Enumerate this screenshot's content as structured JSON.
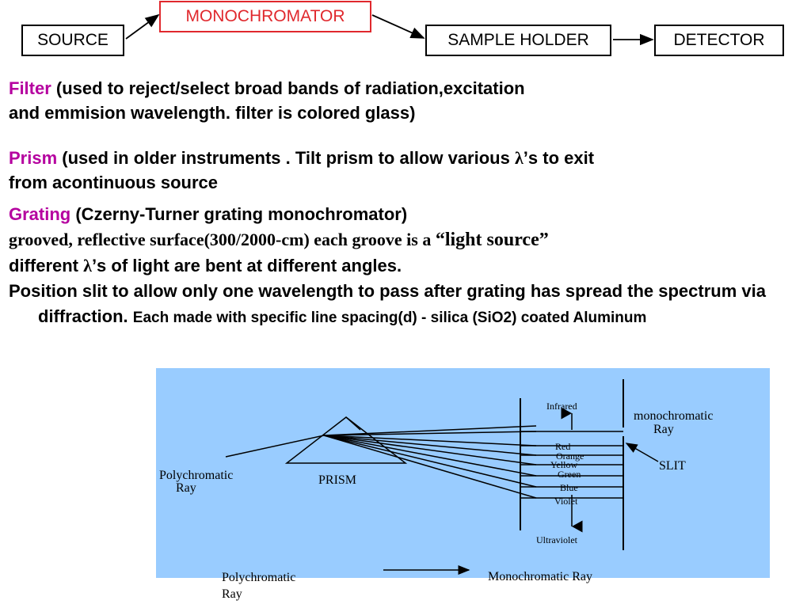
{
  "flow": {
    "source": "SOURCE",
    "monochromator": "MONOCHROMATOR",
    "sample_holder": "SAMPLE HOLDER",
    "detector": "DETECTOR"
  },
  "filter": {
    "keyword": "Filter",
    "text_1": " (used to reject/select broad bands of radiation,excitation",
    "text_2": "and emmision wavelength. filter is colored glass)"
  },
  "prism": {
    "keyword": "Prism",
    "text_1a": " (used in older instruments . Tilt prism to allow various ",
    "lambda": "λ",
    "text_1b": "’s to exit",
    "text_2": "from acontinuous source"
  },
  "grating": {
    "keyword": "Grating",
    "text": " (Czerny-Turner grating monochromator)",
    "serif_line_a": "grooved, reflective surface(300/2000-cm) each groove is a ",
    "serif_line_b": "“light source”",
    "line_3a": "different ",
    "lambda": "λ",
    "line_3b": "’s of light are bent at different angles.",
    "slit_text": "Position slit to allow only one wavelength to pass after grating has spread the spectrum via diffraction. ",
    "slit_small": "Each made with specific line spacing(d) - silica (SiO2) coated Aluminum"
  },
  "diagram": {
    "infrared": "Infrared",
    "mono_line1": "monochromatic",
    "mono_line2": "Ray",
    "red": "Red",
    "orange": "Orange",
    "yellow": "Yellow",
    "green": "Green",
    "blue": "Blue",
    "violet": "Violet",
    "slit": "SLIT",
    "poly_line1": "Polychromatic",
    "poly_line2": "Ray",
    "prism": "PRISM",
    "ultraviolet": "Ultraviolet"
  },
  "legend": {
    "poly_line1": "Polychromatic",
    "poly_line2": "Ray",
    "mono": "Monochromatic Ray"
  }
}
